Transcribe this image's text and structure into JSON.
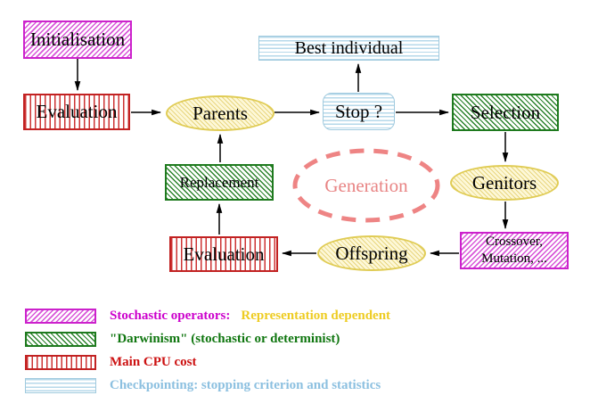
{
  "figure": {
    "type": "flowchart",
    "nodes": {
      "initialisation": {
        "label": "Initialisation",
        "style": "magenta-diagonal-hatch"
      },
      "evaluation_top": {
        "label": "Evaluation",
        "style": "red-vertical-stripes"
      },
      "parents": {
        "label": "Parents",
        "style": "yellow-hatched-ellipse"
      },
      "best_individual": {
        "label": "Best individual",
        "style": "cyan-horizontal-stripes"
      },
      "stop": {
        "label": "Stop ?",
        "style": "cyan-horizontal-stripes-rounded"
      },
      "selection": {
        "label": "Selection",
        "style": "green-diagonal-hatch"
      },
      "replacement": {
        "label": "Replacement",
        "style": "green-diagonal-hatch"
      },
      "genitors": {
        "label": "Genitors",
        "style": "yellow-hatched-ellipse"
      },
      "generation": {
        "label": "Generation",
        "style": "salmon-dashed-ellipse"
      },
      "evaluation_bottom": {
        "label": "Evaluation",
        "style": "red-vertical-stripes"
      },
      "offspring": {
        "label": "Offspring",
        "style": "yellow-hatched-ellipse"
      },
      "crossover_mutation": {
        "line1": "Crossover,",
        "line2": "Mutation, ...",
        "style": "magenta-diagonal-hatch"
      }
    },
    "edges": [
      {
        "from": "initialisation",
        "to": "evaluation_top"
      },
      {
        "from": "evaluation_top",
        "to": "parents"
      },
      {
        "from": "parents",
        "to": "stop"
      },
      {
        "from": "stop",
        "to": "best_individual"
      },
      {
        "from": "stop",
        "to": "selection"
      },
      {
        "from": "selection",
        "to": "genitors"
      },
      {
        "from": "genitors",
        "to": "crossover_mutation"
      },
      {
        "from": "crossover_mutation",
        "to": "offspring"
      },
      {
        "from": "offspring",
        "to": "evaluation_bottom"
      },
      {
        "from": "evaluation_bottom",
        "to": "replacement"
      },
      {
        "from": "replacement",
        "to": "parents"
      }
    ],
    "colors": {
      "magenta": "#cc22cc",
      "green": "#1e7a1e",
      "red": "#c22222",
      "cyan_blue": "#a0cade",
      "yellow_border": "#e0cc55",
      "yellow_fill": "#fdf8d8",
      "salmon": "#ee8484",
      "gold_text": "#eecc22",
      "arrow": "#000000"
    }
  },
  "legend": {
    "rows": [
      {
        "swatch": "magenta-diagonal-hatch",
        "parts": [
          {
            "text": "Stochastic operators:",
            "color": "#cc00cc"
          },
          {
            "text": "Representation dependent",
            "color": "#eecc22"
          }
        ]
      },
      {
        "swatch": "green-diagonal-hatch",
        "parts": [
          {
            "text": "\"Darwinism\" (stochastic or determinist)",
            "color": "#117711"
          }
        ]
      },
      {
        "swatch": "red-vertical-stripes",
        "parts": [
          {
            "text": "Main CPU cost",
            "color": "#cc1111"
          }
        ]
      },
      {
        "swatch": "cyan-horizontal-stripes",
        "parts": [
          {
            "text": "Checkpointing: stopping criterion and statistics",
            "color": "#8cc0e0"
          }
        ]
      }
    ]
  }
}
